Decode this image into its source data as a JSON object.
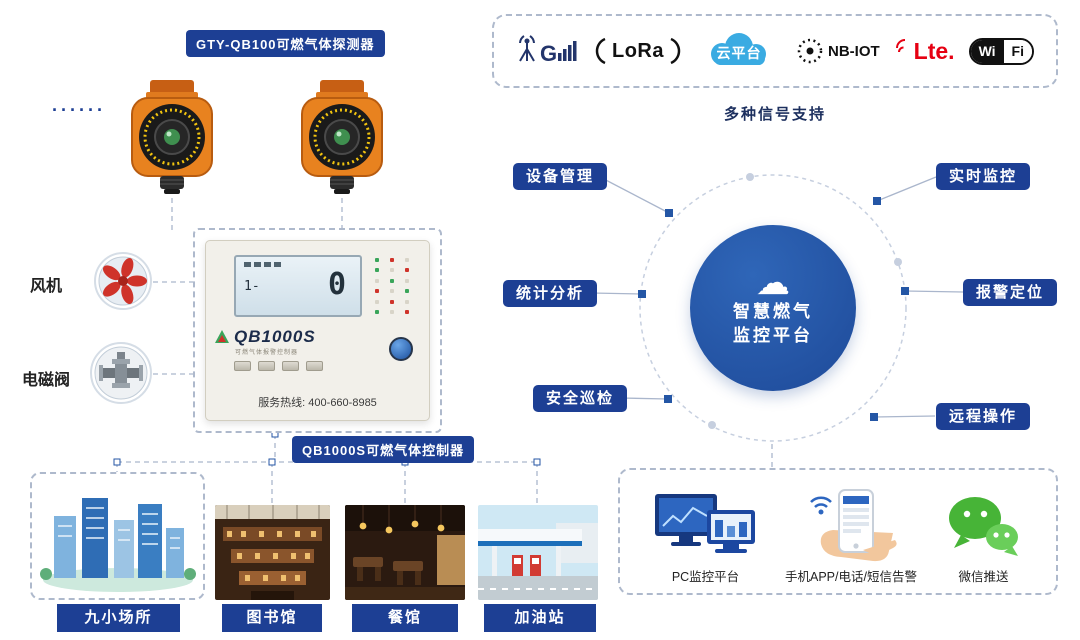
{
  "colors": {
    "navy": "#1d3f94",
    "platform_blue": "#2456a5",
    "detector_orange": "#e8821f",
    "cloud_blue": "#3aabe2",
    "lte_red": "#e60012",
    "wechat_green": "#47b437"
  },
  "detectors": {
    "label": "GTY-QB100可燃气体探测器",
    "dots": "······"
  },
  "left_devices": {
    "fan": "风机",
    "valve": "电磁阀"
  },
  "controller": {
    "label": "QB1000S可燃气体控制器",
    "brand": "QB1000S",
    "brand_sub": "可燃气体报警控制器",
    "display_value": "0",
    "display_small": "1-",
    "hotline": "服务热线: 400-660-8985"
  },
  "signals": {
    "caption": "多种信号支持",
    "g4": "G",
    "lora": "LoRa",
    "cloud": "云平台",
    "nbiot": "NB-IOT",
    "lte": "Lte.",
    "wifi_left": "Wi",
    "wifi_right": "Fi"
  },
  "platform": {
    "line1": "智慧燃气",
    "line2": "监控平台"
  },
  "features": [
    {
      "label": "设备管理"
    },
    {
      "label": "实时监控"
    },
    {
      "label": "统计分析"
    },
    {
      "label": "报警定位"
    },
    {
      "label": "安全巡检"
    },
    {
      "label": "远程操作"
    }
  ],
  "locations": [
    {
      "label": "九小场所"
    },
    {
      "label": "图书馆"
    },
    {
      "label": "餐馆"
    },
    {
      "label": "加油站"
    }
  ],
  "outputs": [
    {
      "label": "PC监控平台"
    },
    {
      "label": "手机APP/电话/短信告警"
    },
    {
      "label": "微信推送"
    }
  ]
}
